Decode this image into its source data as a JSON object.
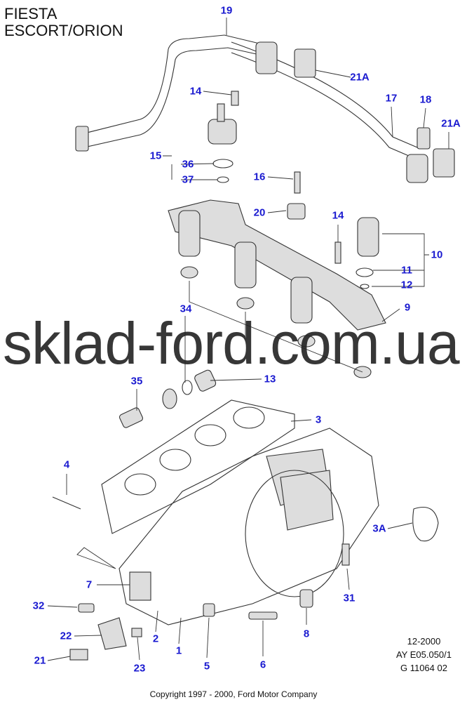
{
  "title": "FIESTA\nESCORT/ORION",
  "watermark": "sklad-ford.com.ua",
  "reference": {
    "date": "12-2000",
    "code": "AY E05.050/1",
    "figure": "G 11064 02"
  },
  "copyright": "Copyright 1997 - 2000, Ford Motor Company",
  "callouts": [
    "19",
    "21A",
    "14",
    "17",
    "18",
    "21A",
    "15",
    "36",
    "37",
    "16",
    "20",
    "14",
    "10",
    "11",
    "12",
    "9",
    "34",
    "13",
    "35",
    "3",
    "4",
    "3A",
    "7",
    "31",
    "32",
    "8",
    "22",
    "2",
    "1",
    "21",
    "23",
    "5",
    "6"
  ]
}
